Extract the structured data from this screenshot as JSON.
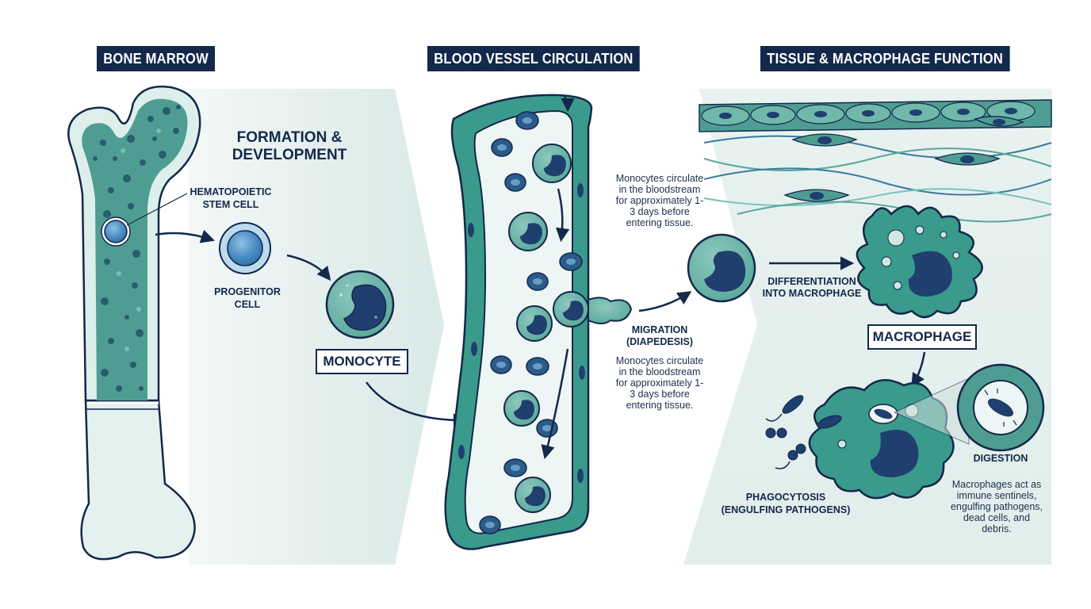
{
  "headers": {
    "bone_marrow": "BONE MARROW",
    "blood_vessel": "BLOOD VESSEL CIRCULATION",
    "tissue": "TISSUE & MACROPHAGE FUNCTION"
  },
  "bone_section": {
    "title": "FORMATION & DEVELOPMENT",
    "stem_cell": "HEMATOPOIETIC STEM CELL",
    "progenitor": "PROGENITOR CELL",
    "monocyte": "MONOCYTE"
  },
  "vessel_section": {
    "circulation_note": "Monocytes circulate in the bloodstream for approximately 1-3 days before entering tissue.",
    "migration": "MIGRATION (DIAPEDESIS)",
    "circulation_note_2": "Monocytes circulate in the bloodstream for approximately 1-3 days before entering tissue."
  },
  "tissue_section": {
    "differentiation": "DIFFERENTIATION INTO MACROPHAGE",
    "macrophage": "MACROPHAGE",
    "digestion": "DIGESTION",
    "phagocytosis": "PHAGOCYTOSIS (ENGULFING PATHOGENS)",
    "sentinel_note": "Macrophages act as immune sentinels, engulfing pathogens, dead cells, and debris."
  },
  "colors": {
    "navy": "#13284a",
    "teal": "#3a9a8c",
    "teal_dark": "#2e7d74",
    "bone": "#dcefea",
    "panel": "#e6f1ef"
  },
  "icons": [
    "bone-icon",
    "stem-cell-icon",
    "progenitor-cell-icon",
    "monocyte-icon",
    "blood-vessel-icon",
    "macrophage-icon",
    "pathogen-icon",
    "phagosome-icon"
  ]
}
